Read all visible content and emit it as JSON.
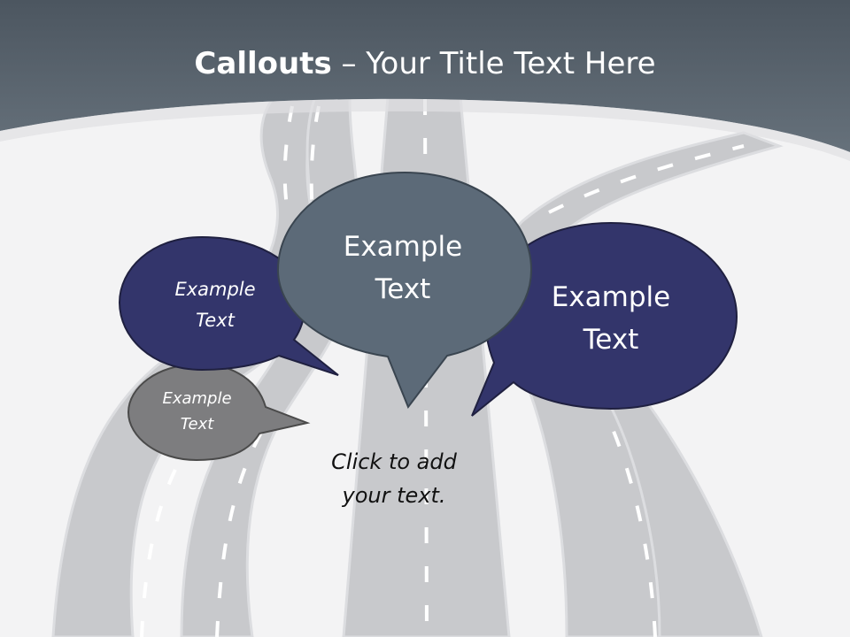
{
  "title": {
    "bold": "Callouts",
    "rest": " – Your Title Text Here"
  },
  "callouts": {
    "left": {
      "line1": "Example",
      "line2": "Text"
    },
    "center": {
      "line1": "Example",
      "line2": "Text"
    },
    "right": {
      "line1": "Example",
      "line2": "Text"
    },
    "small": {
      "line1": "Example",
      "line2": "Text"
    }
  },
  "placeholder": {
    "line1": "Click  to add",
    "line2": "your text."
  },
  "colors": {
    "header": "#5b6671",
    "navy": "#33356b",
    "slate": "#5c6a78",
    "gray": "#7d7d7f",
    "road": "#c9cacd"
  }
}
